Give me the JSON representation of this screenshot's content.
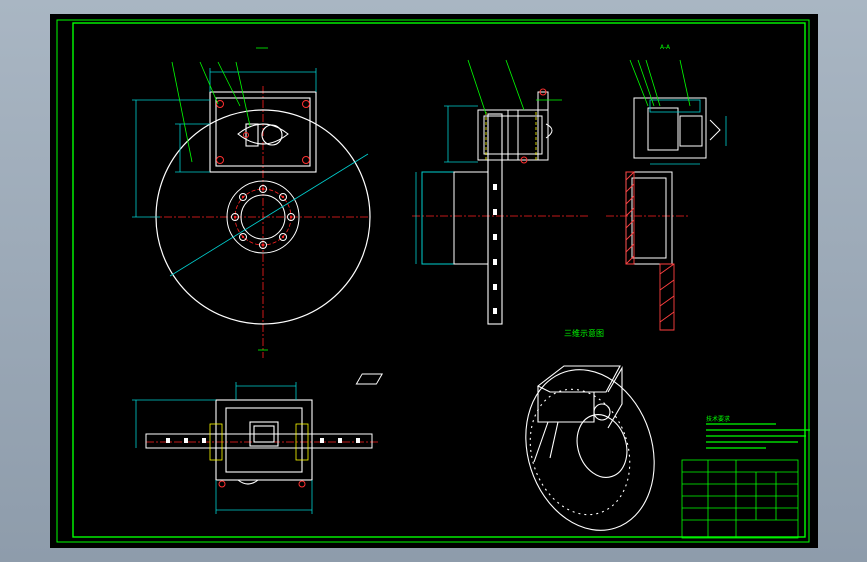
{
  "drawing": {
    "view_caption": "三维示意图",
    "section_mark": "A-A",
    "notes_heading": "技术要求",
    "notes_lines": [
      "",
      "",
      "",
      "",
      ""
    ]
  },
  "colors": {
    "sheet_background": "#000000",
    "frame": "#00ff00",
    "outline": "#ffffff",
    "centerline": "#ff2020",
    "dimension": "#00d0d0",
    "hidden": "#ffff00",
    "annotation": "#00ff00",
    "hatch": "#ff4040"
  }
}
